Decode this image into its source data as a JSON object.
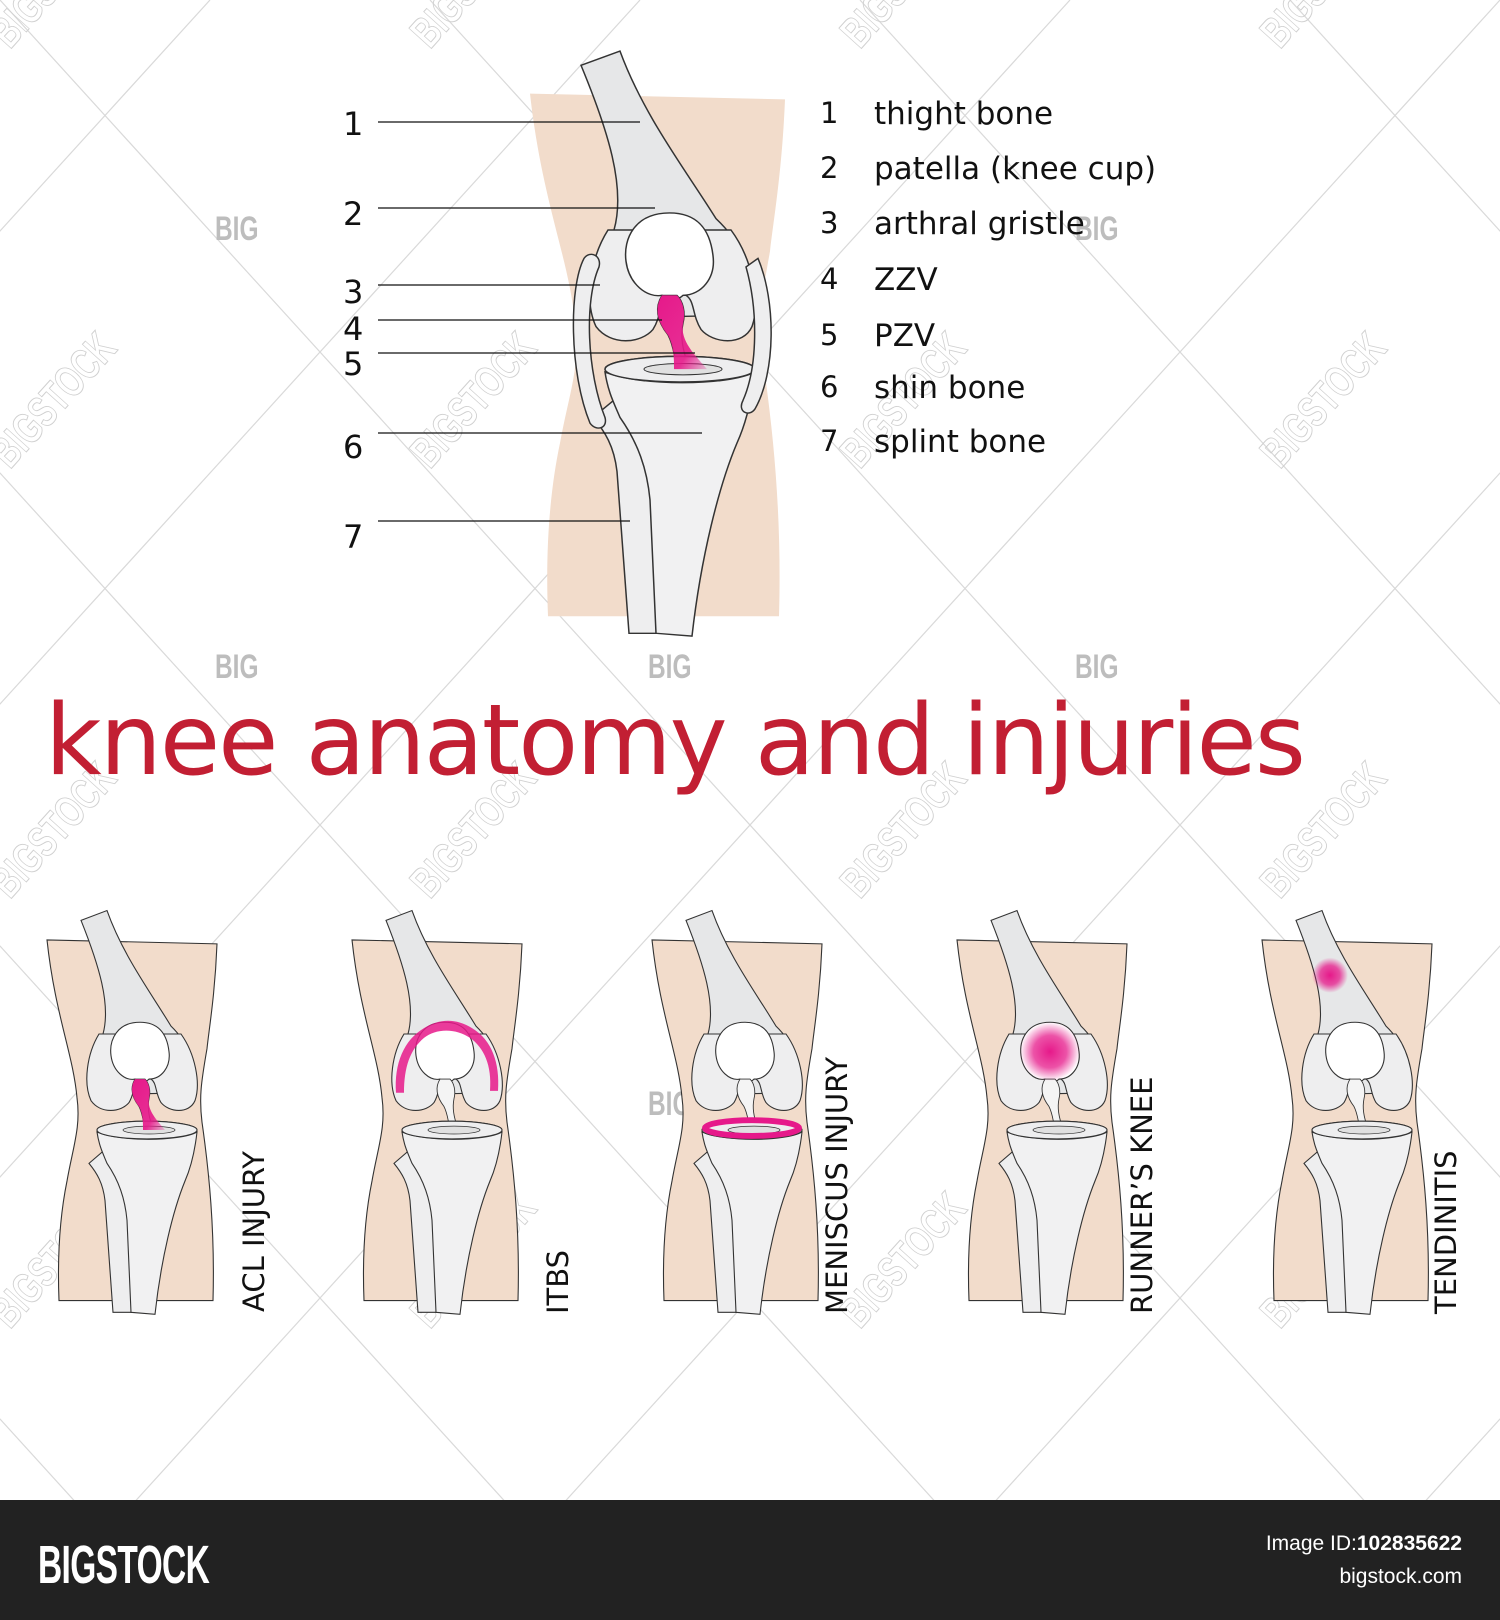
{
  "colors": {
    "skin": "#f2dccb",
    "bone": "#e6e7e8",
    "bone_light": "#eeeeef",
    "outline": "#333333",
    "highlight": "#e6198a",
    "title": "#c21f33",
    "footer_bg": "#222222"
  },
  "anatomy": {
    "callouts": [
      "1",
      "2",
      "3",
      "4",
      "5",
      "6",
      "7"
    ],
    "legend": [
      {
        "num": "1",
        "label": "thight bone"
      },
      {
        "num": "2",
        "label": "patella (knee cup)"
      },
      {
        "num": "3",
        "label": "arthral gristle"
      },
      {
        "num": "4",
        "label": "ZZV"
      },
      {
        "num": "5",
        "label": "PZV"
      },
      {
        "num": "6",
        "label": "shin bone"
      },
      {
        "num": "7",
        "label": "splint bone"
      }
    ]
  },
  "title": "knee anatomy and injuries",
  "injuries": [
    {
      "label": "ACL INJURY",
      "highlight": "acl"
    },
    {
      "label": "ITBS",
      "highlight": "itbs"
    },
    {
      "label": "MENISCUS INJURY",
      "highlight": "meniscus"
    },
    {
      "label": "RUNNER’S KNEE",
      "highlight": "patella"
    },
    {
      "label": "TENDINITIS",
      "highlight": "tendon"
    }
  ],
  "watermark": {
    "small": "BIG",
    "large": "BIGSTOCK"
  },
  "footer": {
    "logo": "BIGSTOCK",
    "image_id_label": "Image ID:",
    "image_id": "102835622",
    "site": "bigstock.com"
  }
}
